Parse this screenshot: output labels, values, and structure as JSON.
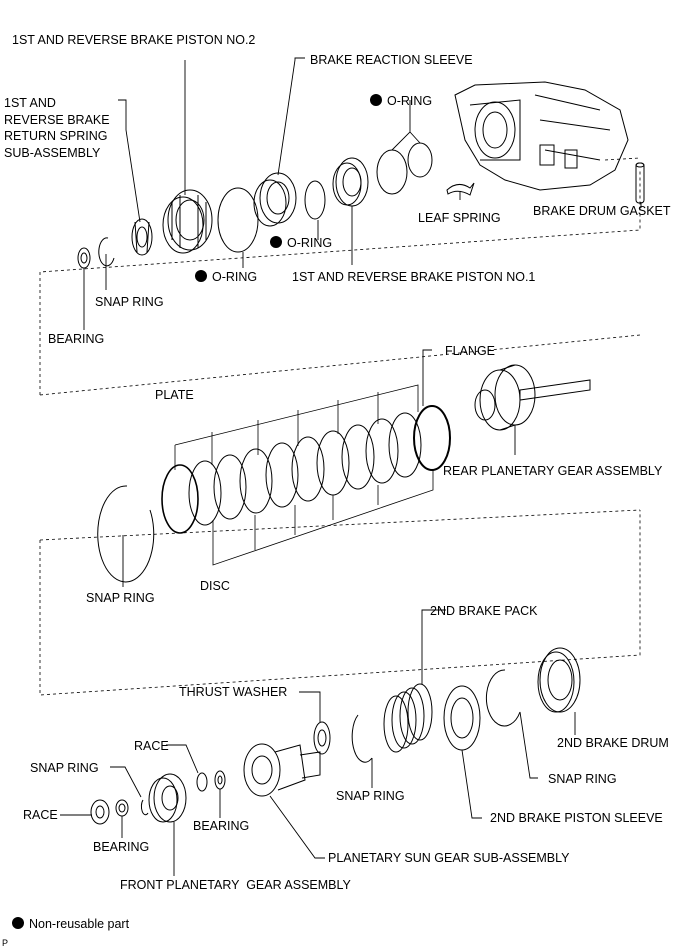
{
  "labels": {
    "piston2": "1ST AND REVERSE BRAKE PISTON NO.2",
    "reaction_sleeve": "BRAKE REACTION SLEEVE",
    "return_spring": "1ST AND\nREVERSE BRAKE\nRETURN SPRING\nSUB-ASSEMBLY",
    "oring_top": "O-RING",
    "leaf_spring": "LEAF SPRING",
    "drum_gasket": "BRAKE DRUM GASKET",
    "oring_mid": "O-RING",
    "oring_left": "O-RING",
    "piston1": "1ST AND REVERSE BRAKE PISTON NO.1",
    "snap_ring_1": "SNAP RING",
    "bearing_1": "BEARING",
    "flange": "FLANGE",
    "plate": "PLATE",
    "rear_planetary": "REAR PLANETARY GEAR ASSEMBLY",
    "snap_ring_2": "SNAP RING",
    "disc": "DISC",
    "brake_pack": "2ND BRAKE PACK",
    "thrust_washer": "THRUST WASHER",
    "race_1": "RACE",
    "snap_ring_3": "SNAP RING",
    "race_2": "RACE",
    "bearing_2": "BEARING",
    "bearing_3": "BEARING",
    "snap_ring_4": "SNAP RING",
    "brake_drum": "2ND BRAKE DRUM",
    "snap_ring_5": "SNAP RING",
    "piston_sleeve": "2ND BRAKE PISTON SLEEVE",
    "sun_gear": "PLANETARY SUN GEAR SUB-ASSEMBLY",
    "front_planetary": "FRONT PLANETARY  GEAR ASSEMBLY"
  },
  "legend": {
    "text": "Non-reusable part"
  },
  "figure_code": "P"
}
